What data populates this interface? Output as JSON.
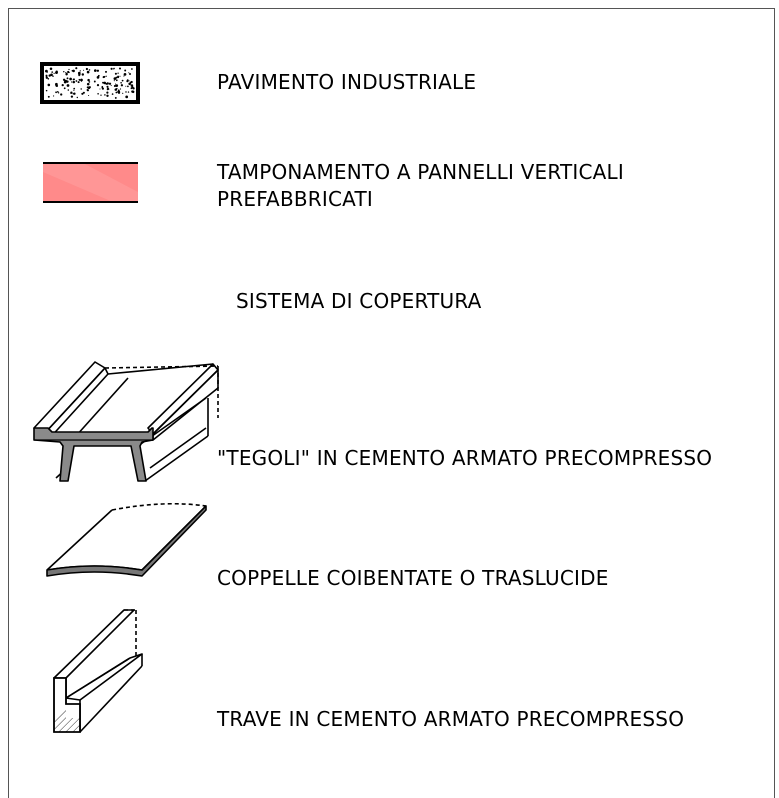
{
  "legend": {
    "items": [
      {
        "id": "pavimento",
        "label": "PAVIMENTO INDUSTRIALE",
        "symbol": "stippled-concrete-swatch"
      },
      {
        "id": "tamponamento",
        "label_line1": "TAMPONAMENTO A PANNELLI VERTICALI",
        "label_line2": "PREFABBRICATI",
        "symbol": "pink-panel-swatch"
      },
      {
        "id": "tegoli",
        "label": "\"TEGOLI\" IN CEMENTO ARMATO PRECOMPRESSO",
        "symbol": "double-tee-beam-drawing"
      },
      {
        "id": "coppelle",
        "label": "COPPELLE COIBENTATE O TRASLUCIDE",
        "symbol": "curved-panel-drawing"
      },
      {
        "id": "trave",
        "label": "TRAVE IN CEMENTO ARMATO PRECOMPRESSO",
        "symbol": "l-beam-drawing"
      }
    ],
    "section_title": "SISTEMA DI COPERTURA"
  },
  "colors": {
    "panel_fill": "#ff8a8a",
    "panel_fill_light": "#ff9a9a",
    "section_fill": "#888888",
    "line": "#000000"
  }
}
